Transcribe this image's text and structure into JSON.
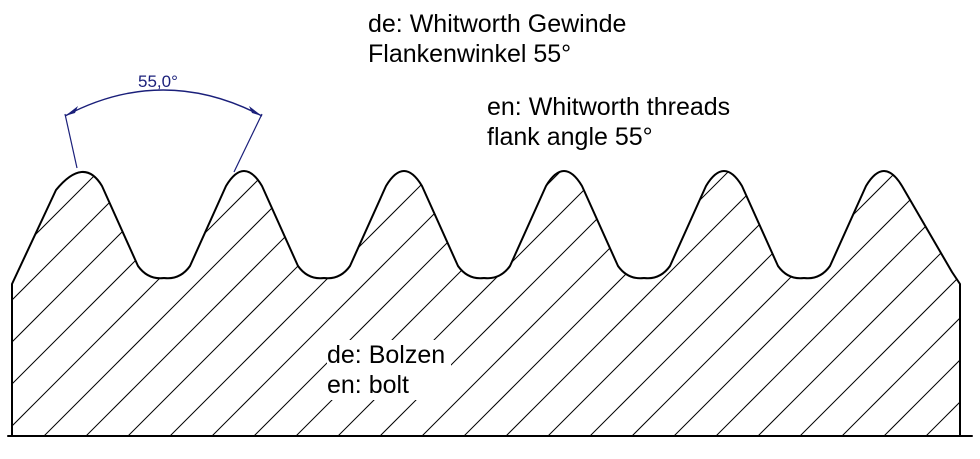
{
  "title_de": {
    "line1": "de: Whitworth Gewinde",
    "line2": "Flankenwinkel 55°"
  },
  "title_en": {
    "line1": "en: Whitworth threads",
    "line2": "flank angle 55°"
  },
  "part_label": {
    "line1": "de: Bolzen",
    "line2": "en: bolt"
  },
  "dimension": {
    "angle_text": "55,0°"
  },
  "colors": {
    "outline": "#000000",
    "hatch": "#000000",
    "dimension": "#1a1f7a",
    "background": "#ffffff"
  }
}
